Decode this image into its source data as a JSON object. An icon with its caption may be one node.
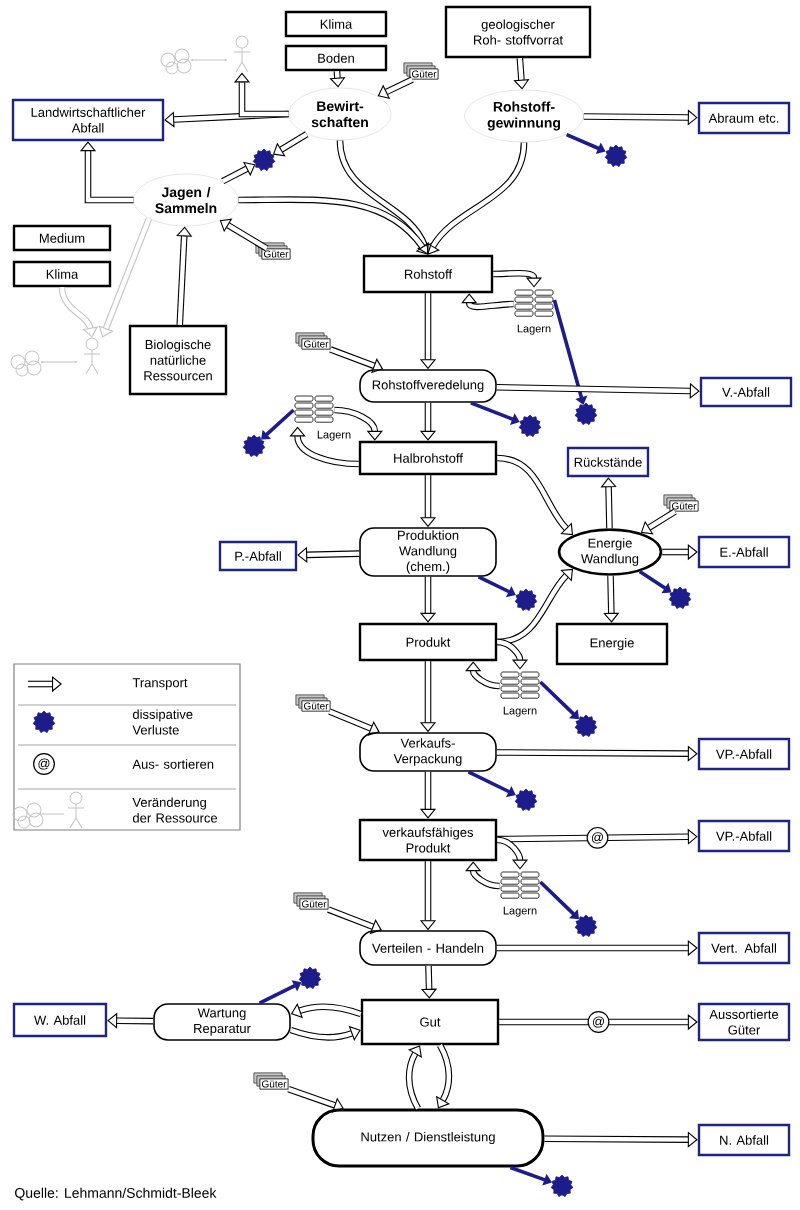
{
  "diagram": {
    "caption": "Quelle: Lehmann/Schmidt-Bleek",
    "nodes": [
      {
        "text": [
          "Klima"
        ]
      },
      {
        "text": [
          "Boden"
        ]
      },
      {
        "text": [
          "geologischer Roh- stoffvorrat"
        ]
      },
      {
        "text": [
          "Bewirt- schaften"
        ]
      },
      {
        "text": [
          "Rohstoff- gewinnung"
        ]
      },
      {
        "text": [
          "Landwirtschaftlicher Abfall"
        ]
      },
      {
        "text": [
          "Abraum etc."
        ]
      },
      {
        "text": [
          "Jagen / Sammeln"
        ]
      },
      {
        "text": [
          "Medium"
        ]
      },
      {
        "text": [
          "Klima"
        ]
      },
      {
        "text": [
          "Biologische natürliche Ressourcen"
        ]
      },
      {
        "text": [
          "Rohstoff"
        ]
      },
      {
        "text": [
          "Rohstoffveredelung"
        ]
      },
      {
        "text": [
          "V.-Abfall"
        ]
      },
      {
        "text": [
          "Halbrohstoff"
        ]
      },
      {
        "text": [
          "Rückstände"
        ]
      },
      {
        "text": [
          "Produktion Wandlung (chem.)"
        ]
      },
      {
        "text": [
          "P.-Abfall"
        ]
      },
      {
        "text": [
          "Energie Wandlung"
        ]
      },
      {
        "text": [
          "E.-Abfall"
        ]
      },
      {
        "text": [
          "Produkt"
        ]
      },
      {
        "text": [
          "Energie"
        ]
      },
      {
        "text": [
          "Verkaufs- Verpackung"
        ]
      },
      {
        "text": [
          "VP.-Abfall"
        ]
      },
      {
        "text": [
          "verkaufsfähiges Produkt"
        ]
      },
      {
        "text": [
          "VP.-Abfall"
        ]
      },
      {
        "text": [
          "Verteilen - Handeln"
        ]
      },
      {
        "text": [
          "Vert. Abfall"
        ]
      },
      {
        "text": [
          "Wartung Reparatur"
        ]
      },
      {
        "text": [
          "W. Abfall"
        ]
      },
      {
        "text": [
          "Gut"
        ]
      },
      {
        "text": [
          "Aussortierte Güter"
        ]
      },
      {
        "text": [
          "Nutzen / Dienstleistung"
        ]
      },
      {
        "text": [
          "N. Abfall"
        ]
      },
      {
        "text": [
          "Güter"
        ]
      },
      {
        "text": [
          "Güter"
        ]
      },
      {
        "text": [
          "Güter"
        ]
      },
      {
        "text": [
          "Güter"
        ]
      },
      {
        "text": [
          "Güter"
        ]
      },
      {
        "text": [
          "Güter"
        ]
      },
      {
        "text": [
          "Güter"
        ]
      },
      {
        "text": [
          "Lagern"
        ]
      },
      {
        "text": [
          "Lagern"
        ]
      },
      {
        "text": [
          "Lagern"
        ]
      },
      {
        "text": [
          "Lagern"
        ]
      },
      {
        "text": [],
        "shape": "blob"
      },
      {
        "text": [],
        "shape": "blob"
      },
      {
        "text": [],
        "shape": "blob"
      },
      {
        "text": [],
        "shape": "blob"
      },
      {
        "text": [],
        "shape": "blob"
      },
      {
        "text": [],
        "shape": "blob"
      },
      {
        "text": [],
        "shape": "blob"
      },
      {
        "text": [],
        "shape": "blob"
      },
      {
        "text": [],
        "shape": "blob"
      },
      {
        "text": [],
        "shape": "blob"
      },
      {
        "text": [],
        "shape": "blob"
      },
      {
        "text": [],
        "shape": "blob"
      },
      {
        "text": [],
        "shape": "person"
      },
      {
        "text": [],
        "shape": "person"
      }
    ],
    "edges": [
      {
        "from": 1,
        "to": 3,
        "arrow": "to"
      },
      {
        "from": 2,
        "to": 4,
        "arrow": "to"
      },
      {
        "from": 34,
        "to": 3,
        "arrow": "to"
      },
      {
        "from": 3,
        "to": 5,
        "arrow": "to"
      },
      {
        "from": 3,
        "to": 57,
        "arrow": "to"
      },
      {
        "from": 3,
        "to": 45,
        "arrow": "to"
      },
      {
        "from": 7,
        "to": 45,
        "arrow": "to"
      },
      {
        "from": 4,
        "to": 6,
        "arrow": "to"
      },
      {
        "from": 4,
        "to": 46,
        "arrow": "to",
        "color": "#1c1c8a"
      },
      {
        "from": 3,
        "to": 11,
        "arrow": "to"
      },
      {
        "from": 7,
        "to": 11,
        "arrow": "to"
      },
      {
        "from": 4,
        "to": 11,
        "arrow": "to"
      },
      {
        "from": 35,
        "to": 7,
        "arrow": "to"
      },
      {
        "from": 10,
        "to": 7,
        "arrow": "to"
      },
      {
        "from": 7,
        "to": 5,
        "arrow": "to"
      },
      {
        "from": 9,
        "to": 58,
        "arrow": "to",
        "color": "#c4c4c4"
      },
      {
        "from": 7,
        "to": 58,
        "arrow": "to",
        "color": "#c4c4c4"
      },
      {
        "from": 11,
        "to": 12,
        "arrow": "to"
      },
      {
        "from": 11,
        "to": 41,
        "arrow": "to"
      },
      {
        "from": 41,
        "to": 11,
        "arrow": "to"
      },
      {
        "from": 41,
        "to": 47,
        "arrow": "to",
        "color": "#1c1c8a"
      },
      {
        "from": 36,
        "to": 12,
        "arrow": "to"
      },
      {
        "from": 12,
        "to": 13,
        "arrow": "to"
      },
      {
        "from": 12,
        "to": 48,
        "arrow": "to",
        "color": "#1c1c8a"
      },
      {
        "from": 12,
        "to": 14,
        "arrow": "to"
      },
      {
        "from": 14,
        "to": 42,
        "arrow": "to"
      },
      {
        "from": 42,
        "to": 14,
        "arrow": "to"
      },
      {
        "from": 42,
        "to": 49,
        "arrow": "to",
        "color": "#1c1c8a"
      },
      {
        "from": 14,
        "to": 16,
        "arrow": "to"
      },
      {
        "from": 14,
        "to": 18,
        "arrow": "to"
      },
      {
        "from": 18,
        "to": 15,
        "arrow": "to"
      },
      {
        "from": 37,
        "to": 18,
        "arrow": "to"
      },
      {
        "from": 18,
        "to": 19,
        "arrow": "to"
      },
      {
        "from": 18,
        "to": 21,
        "arrow": "to"
      },
      {
        "from": 18,
        "to": 51,
        "arrow": "to",
        "color": "#1c1c8a"
      },
      {
        "from": 16,
        "to": 17,
        "arrow": "to"
      },
      {
        "from": 16,
        "to": 50,
        "arrow": "to",
        "color": "#1c1c8a"
      },
      {
        "from": 16,
        "to": 20,
        "arrow": "to"
      },
      {
        "from": 20,
        "to": 18,
        "arrow": "to"
      },
      {
        "from": 20,
        "to": 43,
        "arrow": "to"
      },
      {
        "from": 43,
        "to": 20,
        "arrow": "to"
      },
      {
        "from": 43,
        "to": 52,
        "arrow": "to",
        "color": "#1c1c8a"
      },
      {
        "from": 20,
        "to": 22,
        "arrow": "to"
      },
      {
        "from": 38,
        "to": 22,
        "arrow": "to"
      },
      {
        "from": 22,
        "to": 23,
        "arrow": "to"
      },
      {
        "from": 22,
        "to": 53,
        "arrow": "to",
        "color": "#1c1c8a"
      },
      {
        "from": 22,
        "to": 24,
        "arrow": "to"
      },
      {
        "from": 24,
        "to": 25,
        "arrow": "to",
        "label": "@"
      },
      {
        "from": 24,
        "to": 44,
        "arrow": "to"
      },
      {
        "from": 44,
        "to": 24,
        "arrow": "to"
      },
      {
        "from": 44,
        "to": 54,
        "arrow": "to",
        "color": "#1c1c8a"
      },
      {
        "from": 24,
        "to": 26,
        "arrow": "to"
      },
      {
        "from": 39,
        "to": 26,
        "arrow": "to"
      },
      {
        "from": 26,
        "to": 27,
        "arrow": "to"
      },
      {
        "from": 26,
        "to": 30,
        "arrow": "to"
      },
      {
        "from": 30,
        "to": 28,
        "arrow": "to"
      },
      {
        "from": 28,
        "to": 30,
        "arrow": "to"
      },
      {
        "from": 28,
        "to": 29,
        "arrow": "to"
      },
      {
        "from": 28,
        "to": 55,
        "arrow": "to",
        "color": "#1c1c8a"
      },
      {
        "from": 30,
        "to": 31,
        "arrow": "to",
        "label": "@"
      },
      {
        "from": 30,
        "to": 32,
        "arrow": "to"
      },
      {
        "from": 32,
        "to": 30,
        "arrow": "to"
      },
      {
        "from": 40,
        "to": 32,
        "arrow": "to"
      },
      {
        "from": 32,
        "to": 33,
        "arrow": "to"
      },
      {
        "from": 32,
        "to": 56,
        "arrow": "to",
        "color": "#1c1c8a"
      }
    ],
    "labels": [
      "@"
    ],
    "legend": [
      {
        "text": "Transport"
      },
      {
        "text": "dissipative Verluste"
      },
      {
        "text": "Aus- sortieren"
      },
      {
        "text": "Veränderung der Ressource"
      }
    ]
  }
}
